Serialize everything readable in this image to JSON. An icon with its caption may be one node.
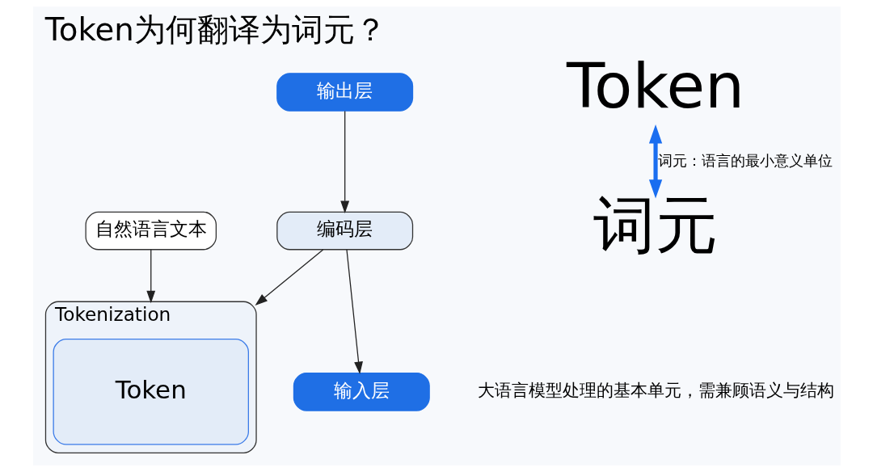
{
  "diagram": {
    "title": "Token为何翻译为词元？",
    "nodes": [
      {
        "text": [
          "自然语言文本"
        ]
      },
      {
        "text": [
          "输入层"
        ]
      },
      {
        "text": [
          "编码层"
        ]
      },
      {
        "text": [
          "输出层"
        ]
      },
      {
        "text": [
          "Tokenization"
        ]
      },
      {
        "text": [
          "Token"
        ],
        "in": 4
      },
      {
        "text": [
          "Token"
        ]
      },
      {
        "text": [
          "词元"
        ]
      }
    ],
    "edges": [
      {
        "from": 0,
        "to": 4,
        "arrow": "to"
      },
      {
        "from": 3,
        "to": 2,
        "arrow": "to"
      },
      {
        "from": 2,
        "to": 1,
        "arrow": "to"
      },
      {
        "from": 2,
        "to": 4,
        "arrow": "to"
      },
      {
        "from": 6,
        "to": 7,
        "arrow": "both",
        "label": "词元：语言的最小意义单位",
        "style": "thick",
        "color": "#1a6ef0"
      }
    ],
    "labels": [
      "大语言模型处理的基本单元，需兼顾语义与结构"
    ]
  }
}
